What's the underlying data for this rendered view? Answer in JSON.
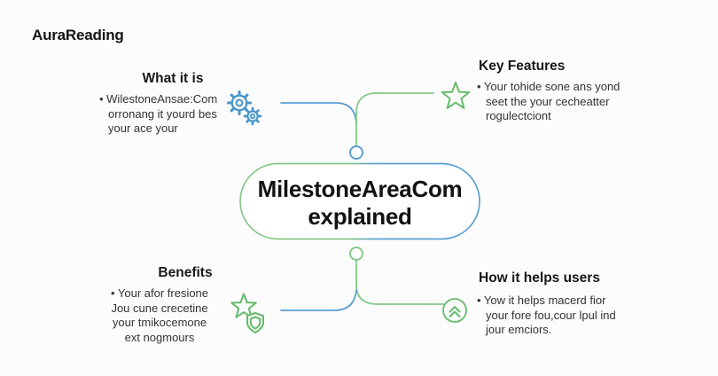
{
  "app": {
    "title": "AuraReading"
  },
  "colors": {
    "line_blue": "#5b9fd2",
    "line_green": "#85c88a",
    "icon_blue": "#4b97c9",
    "icon_green": "#64bb6b",
    "heading_text": "#181818",
    "body_text": "#333333",
    "background": "#fcfcfc"
  },
  "center_node": {
    "line1": "MilestoneAreaCom",
    "line2": "explained"
  },
  "sections": {
    "what_it_is": {
      "heading": "What it is",
      "icon": "gears-icon",
      "lines": [
        "• WilestoneAnsae:Com",
        "orronang it yourd bes",
        "your ace your"
      ]
    },
    "key_features": {
      "heading": "Key Features",
      "icon": "star-icon",
      "lines": [
        "• Your tohide sone ans yond",
        "seet the your cecheatter",
        "rogulectciont"
      ]
    },
    "benefits": {
      "heading": "Benefits",
      "icon": "star-shield-icon",
      "lines": [
        "• Your afor fresione",
        "Jou cune crecetine",
        "your tmikocemone",
        "ext nogmours"
      ]
    },
    "how_it_helps": {
      "heading": "How it helps users",
      "icon": "boost-icon",
      "lines": [
        "• Yow it helps macerd fior",
        "your fore fou,cour lpul ind",
        "jour emciors."
      ]
    }
  }
}
